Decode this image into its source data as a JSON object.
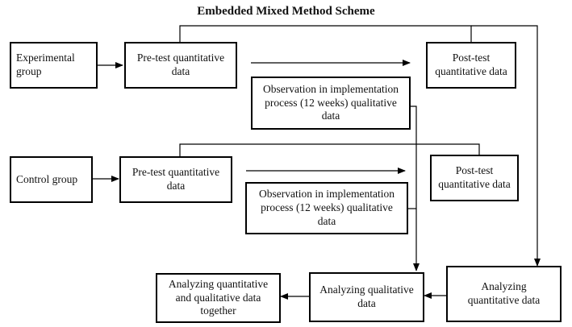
{
  "title": "Embedded Mixed Method Scheme",
  "experimental": {
    "group": "Experimental\ngroup",
    "pretest": "Pre-test quantitative\ndata",
    "observation": "Observation in implementation\nprocess (12 weeks) qualitative\ndata",
    "posttest": "Post-test\nquantitative data"
  },
  "control": {
    "group": "Control group",
    "pretest": "Pre-test quantitative\ndata",
    "observation": "Observation in implementation\nprocess (12 weeks) qualitative\ndata",
    "posttest": "Post-test\nquantitative data"
  },
  "analysis": {
    "together": "Analyzing quantitative\nand qualitative data\ntogether",
    "qualitative": "Analyzing qualitative\ndata",
    "quantitative": "Analyzing\nquantitative data"
  }
}
